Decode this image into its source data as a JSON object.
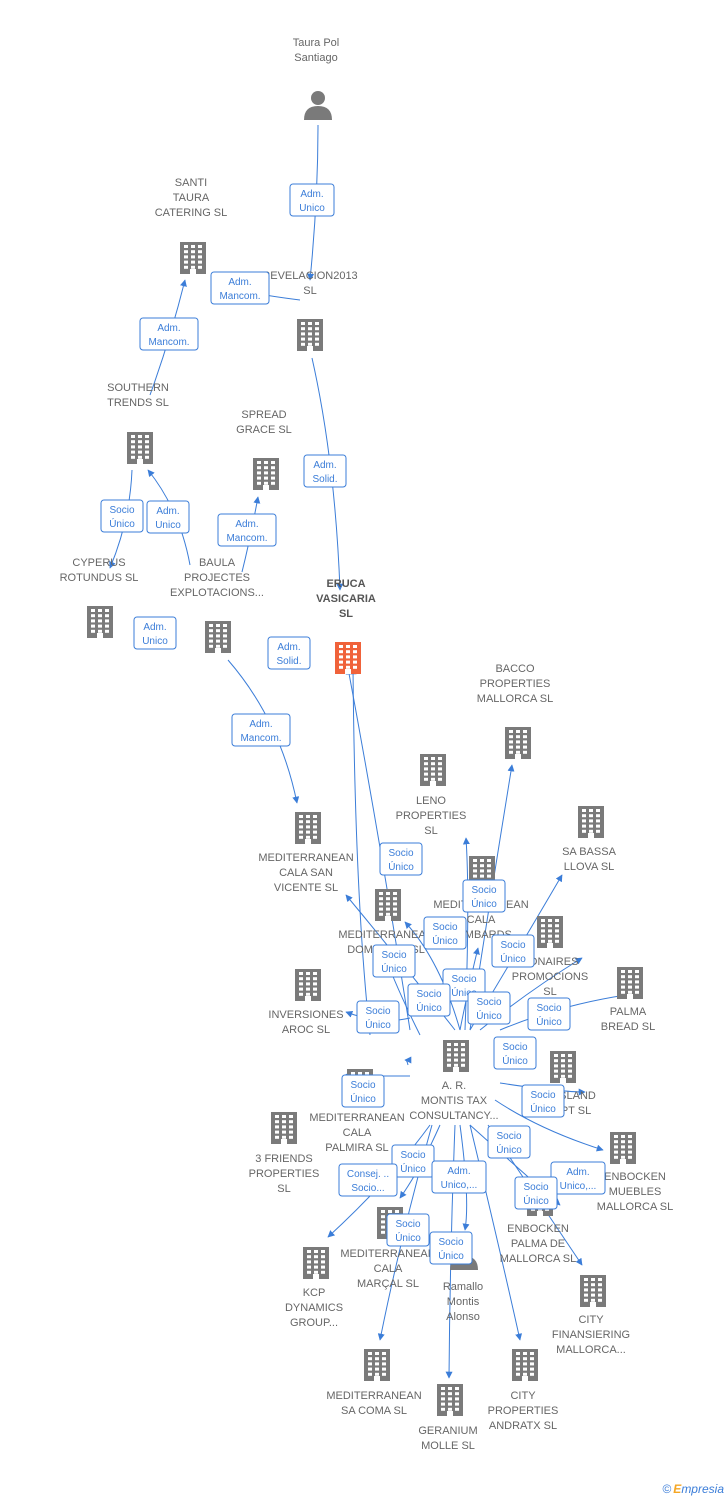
{
  "nodes": [
    {
      "id": "taura",
      "kind": "person",
      "label": [
        "Taura Pol",
        "Santiago"
      ]
    },
    {
      "id": "santi",
      "kind": "company",
      "label": [
        "SANTI",
        "TAURA",
        "CATERING SL"
      ]
    },
    {
      "id": "revel",
      "kind": "company",
      "label": [
        "REVELACION2013",
        "SL"
      ]
    },
    {
      "id": "southern",
      "kind": "company",
      "label": [
        "SOUTHERN",
        "TRENDS SL"
      ]
    },
    {
      "id": "spread",
      "kind": "company",
      "label": [
        "SPREAD",
        "GRACE SL"
      ]
    },
    {
      "id": "cyperus",
      "kind": "company",
      "label": [
        "CYPERUS",
        "ROTUNDUS SL"
      ]
    },
    {
      "id": "baula",
      "kind": "company",
      "label": [
        "BAULA",
        "PROJECTES",
        "EXPLOTACIONS..."
      ]
    },
    {
      "id": "eruca",
      "kind": "company",
      "focus": true,
      "label": [
        "ERUCA",
        "VASICARIA",
        "SL"
      ]
    },
    {
      "id": "bacco",
      "kind": "company",
      "label": [
        "BACCO",
        "PROPERTIES",
        "MALLORCA SL"
      ]
    },
    {
      "id": "leno",
      "kind": "company",
      "label": [
        "LENO",
        "PROPERTIES",
        "SL"
      ]
    },
    {
      "id": "mcsv",
      "kind": "company",
      "label": [
        "MEDITERRANEAN",
        "CALA SAN",
        "VICENTE SL"
      ]
    },
    {
      "id": "sabassa",
      "kind": "company",
      "label": [
        "SA BASSA",
        "LLOVA SL"
      ]
    },
    {
      "id": "mclombards",
      "kind": "company",
      "label": [
        "MEDITERRANEAN",
        "CALA",
        "LOMBARDS"
      ]
    },
    {
      "id": "mdom",
      "kind": "company",
      "label": [
        "MEDITERRANEAN",
        "DOMINGOS SL"
      ]
    },
    {
      "id": "bonaires",
      "kind": "company",
      "label": [
        "BONAIRES",
        "PROMOCIONS",
        "SL"
      ]
    },
    {
      "id": "inversiones",
      "kind": "company",
      "label": [
        "INVERSIONES",
        "AROC SL"
      ]
    },
    {
      "id": "palmabread",
      "kind": "company",
      "label": [
        "PALMA",
        "BREAD SL"
      ]
    },
    {
      "id": "montis",
      "kind": "company",
      "label": [
        "A. R.",
        "MONTIS TAX",
        "CONSULTANCY..."
      ]
    },
    {
      "id": "island",
      "kind": "company",
      "label": [
        "ISLAND",
        "PT SL"
      ]
    },
    {
      "id": "mcpalmira",
      "kind": "company",
      "label": [
        "MEDITERRANEAN",
        "CALA",
        "PALMIRA SL"
      ]
    },
    {
      "id": "friends",
      "kind": "company",
      "label": [
        "3 FRIENDS",
        "PROPERTIES",
        "SL"
      ]
    },
    {
      "id": "muebles",
      "kind": "company",
      "label": [
        "ENBOCKEN",
        "MUEBLES",
        "MALLORCA SL"
      ]
    },
    {
      "id": "enbpalma",
      "kind": "company",
      "label": [
        "ENBOCKEN",
        "PALMA DE",
        "MALLORCA SL"
      ]
    },
    {
      "id": "kcp",
      "kind": "company",
      "label": [
        "KCP",
        "DYNAMICS",
        "GROUP..."
      ]
    },
    {
      "id": "mcmarcal",
      "kind": "company",
      "label": [
        "MEDITERRANEAN",
        "CALA",
        "MARÇAL SL"
      ]
    },
    {
      "id": "ramallo",
      "kind": "person",
      "label": [
        "Ramallo",
        "Montis",
        "Alonso"
      ]
    },
    {
      "id": "cityfin",
      "kind": "company",
      "label": [
        "CITY",
        "FINANSIERING",
        "MALLORCA..."
      ]
    },
    {
      "id": "mcsacoma",
      "kind": "company",
      "label": [
        "MEDITERRANEAN",
        "SA COMA SL"
      ]
    },
    {
      "id": "geranium",
      "kind": "company",
      "label": [
        "GERANIUM",
        "MOLLE SL"
      ]
    },
    {
      "id": "cityprop",
      "kind": "company",
      "label": [
        "CITY",
        "PROPERTIES",
        "ANDRATX SL"
      ]
    }
  ],
  "relations": [
    {
      "label": [
        "Adm.",
        "Unico"
      ]
    },
    {
      "label": [
        "Adm.",
        "Mancom."
      ]
    },
    {
      "label": [
        "Adm.",
        "Mancom."
      ]
    },
    {
      "label": [
        "Adm.",
        "Solid."
      ]
    },
    {
      "label": [
        "Socio",
        "Único"
      ]
    },
    {
      "label": [
        "Adm.",
        "Unico"
      ]
    },
    {
      "label": [
        "Adm.",
        "Mancom."
      ]
    },
    {
      "label": [
        "Adm.",
        "Unico"
      ]
    },
    {
      "label": [
        "Adm.",
        "Solid."
      ]
    },
    {
      "label": [
        "Adm.",
        "Mancom."
      ]
    },
    {
      "label": [
        "Socio",
        "Único"
      ]
    },
    {
      "label": [
        "Socio",
        "Único"
      ]
    },
    {
      "label": [
        "Socio",
        "Único"
      ]
    },
    {
      "label": [
        "Socio",
        "Único"
      ]
    },
    {
      "label": [
        "Socio",
        "Único"
      ]
    },
    {
      "label": [
        "Socio",
        "Único"
      ]
    },
    {
      "label": [
        "Socio",
        "Único"
      ]
    },
    {
      "label": [
        "Socio",
        "Único"
      ]
    },
    {
      "label": [
        "Socio",
        "Único"
      ]
    },
    {
      "label": [
        "Socio",
        "Único"
      ]
    },
    {
      "label": [
        "Socio",
        "Único"
      ]
    },
    {
      "label": [
        "Socio",
        "Único"
      ]
    },
    {
      "label": [
        "Socio",
        "Único"
      ]
    },
    {
      "label": [
        "Socio",
        "Único"
      ]
    },
    {
      "label": [
        "Consej. ..",
        "Socio..."
      ]
    },
    {
      "label": [
        "Adm.",
        "Unico,..."
      ]
    },
    {
      "label": [
        "Adm.",
        "Unico,..."
      ]
    },
    {
      "label": [
        "Socio",
        "Único"
      ]
    },
    {
      "label": [
        "Socio",
        "Único"
      ]
    },
    {
      "label": [
        "Socio",
        "Único"
      ]
    },
    {
      "label": [
        "Socio",
        "Único"
      ]
    }
  ],
  "colors": {
    "edge": "#3b7dd8",
    "node": "#7a7a7a",
    "focus": "#f0623a"
  },
  "brand": {
    "symbol": "©",
    "initial": "E",
    "rest": "mpresia"
  }
}
